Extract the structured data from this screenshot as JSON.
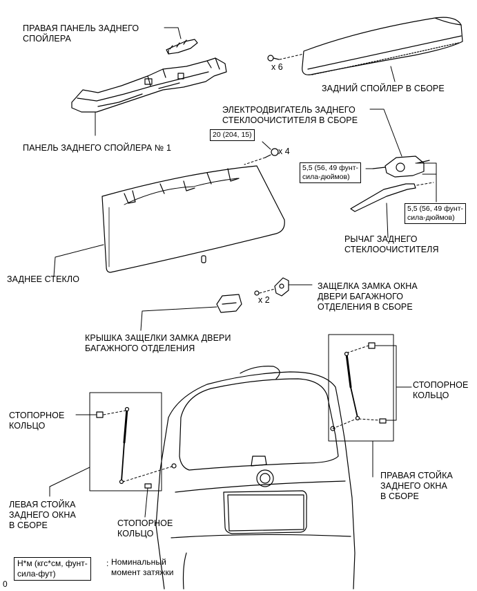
{
  "labels": {
    "right_spoiler_panel": "ПРАВАЯ ПАНЕЛЬ ЗАДНЕГО\nСПОЙЛЕРА",
    "rear_spoiler_assy": "ЗАДНИЙ СПОЙЛЕР В СБОРЕ",
    "rear_wiper_motor": "ЭЛЕКТРОДВИГАТЕЛЬ ЗАДНЕГО\nСТЕКЛООЧИСТИТЕЛЯ В СБОРЕ",
    "spoiler_panel_no1": "ПАНЕЛЬ ЗАДНЕГО СПОЙЛЕРА № 1",
    "rear_glass": "ЗАДНЕЕ СТЕКЛО",
    "rear_wiper_arm": "РЫЧАГ ЗАДНЕГО\nСТЕКЛООЧИСТИТЕЛЯ",
    "window_lock_latch": "ЗАЩЕЛКА ЗАМКА ОКНА\nДВЕРИ БАГАЖНОГО\nОТДЕЛЕНИЯ В СБОРЕ",
    "latch_cover": "КРЫШКА ЗАЩЕЛКИ ЗАМКА ДВЕРИ\nБАГАЖНОГО ОТДЕЛЕНИЯ",
    "stop_ring_right": "СТОПОРНОЕ\nКОЛЬЦО",
    "stop_ring_left_top": "СТОПОРНОЕ\nКОЛЬЦО",
    "stop_ring_left_bottom": "СТОПОРНОЕ\nКОЛЬЦО",
    "right_stay": "ПРАВАЯ СТОЙКА\nЗАДНЕГО ОКНА\nВ СБОРЕ",
    "left_stay": "ЛЕВАЯ СТОЙКА\nЗАДНЕГО ОКНА\nВ СБОРЕ"
  },
  "torques": {
    "glass_bolts": "20 (204, 15)",
    "wiper_motor": "5,5 (56, 49 фунт-\nсила-дюймов)",
    "wiper_arm": "5,5 (56, 49 фунт-\nсила-дюймов)"
  },
  "multipliers": {
    "spoiler_screws": "x 6",
    "glass_bolts": "x 4",
    "latch_bolts": "x 2"
  },
  "legend": {
    "units": "Н*м (кгс*см, фунт-\nсила-фут)",
    "separator": ":",
    "description": "Номинальный\nмомент затяжки"
  },
  "footer_code": "0"
}
